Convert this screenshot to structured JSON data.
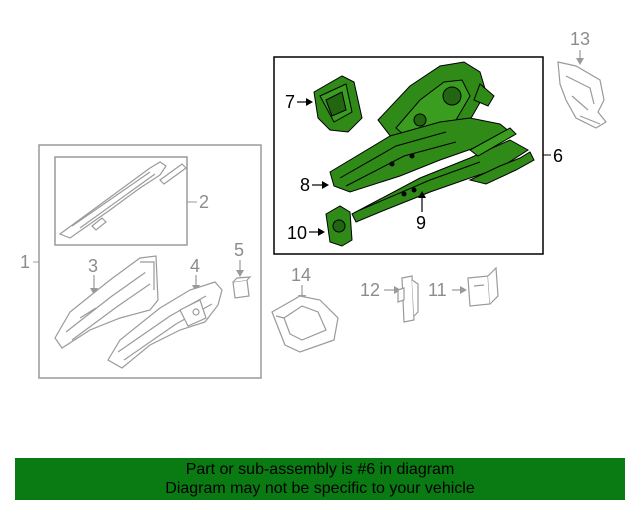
{
  "callouts": {
    "n1": "1",
    "n2": "2",
    "n3": "3",
    "n4": "4",
    "n5": "5",
    "n6": "6",
    "n7": "7",
    "n8": "8",
    "n9": "9",
    "n10": "10",
    "n11": "11",
    "n12": "12",
    "n13": "13",
    "n14": "14"
  },
  "banner": {
    "line1": "Part or sub-assembly is #6 in diagram",
    "line2": "Diagram may not be specific to your vehicle"
  },
  "colors": {
    "highlight_part": "#2f8a17",
    "banner_background": "#0a7a12",
    "grey_outline": "#9a9a9a",
    "box_outline": "#000000"
  }
}
